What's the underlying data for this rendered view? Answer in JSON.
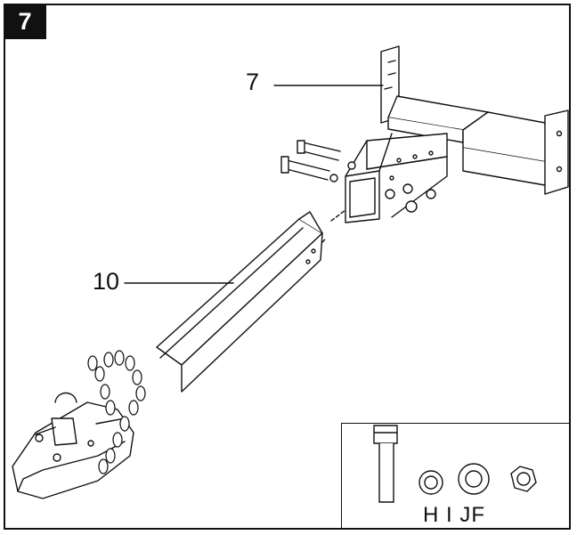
{
  "step": {
    "number": "7"
  },
  "callouts": {
    "hitch_bracket": "7",
    "draw_bar": "10"
  },
  "hardware": {
    "letters": "H I JF"
  },
  "icons": [
    "bolt-icon",
    "lock-washer-icon",
    "flat-washer-icon",
    "nut-icon"
  ],
  "colors": {
    "line": "#111111",
    "background": "#ffffff",
    "badge": "#111111"
  }
}
